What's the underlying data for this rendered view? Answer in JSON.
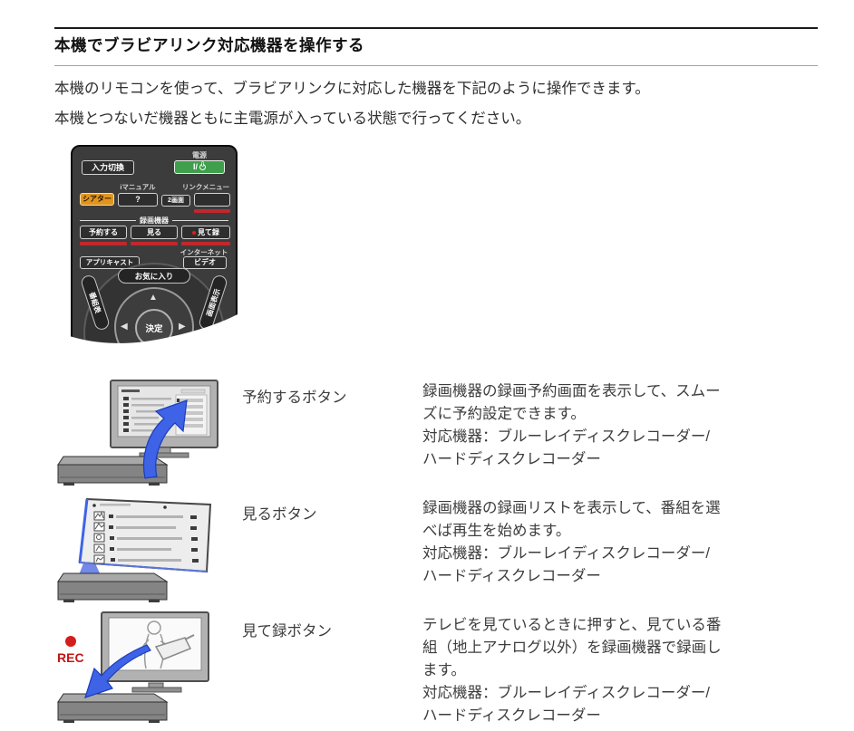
{
  "page": {
    "title": "本機でブラビアリンク対応機器を操作する",
    "intro": "本機のリモコンを使って、ブラビアリンクに対応した機器を下記のように操作できます。\n本機とつないだ機器ともに主電源が入っている状態で行ってください。"
  },
  "remote": {
    "power_label": "電源",
    "power_button": "I/",
    "input_button": "入力切換",
    "manual_label": "iマニュアル",
    "link_menu_label": "リンクメニュー",
    "theater_button": "シアター",
    "question_button": "?",
    "two_screen_button": "2画面",
    "rec_device_label": "録画機器",
    "reserve_button": "予約する",
    "watch_button": "見る",
    "watch_rec_button": "見て録",
    "applicast_button": "アプリキャスト",
    "internet_label": "インターネット",
    "video_button": "ビデオ",
    "favorites_button": "お気に入り",
    "guide_button": "番組表",
    "display_button": "画面表示",
    "ok_button": "決定"
  },
  "glyphs": {
    "up": "▲",
    "left": "◀",
    "right": "▶"
  },
  "rec_label": "REC",
  "rows": [
    {
      "button_label": "予約するボタン",
      "description": "録画機器の録画予約画面を表示して、スムー\nズに予約設定できます。\n対応機器：ブルーレイディスクレコーダー/\nハードディスクレコーダー"
    },
    {
      "button_label": "見るボタン",
      "description": "録画機器の録画リストを表示して、番組を選\nべば再生を始めます。\n対応機器：ブルーレイディスクレコーダー/\nハードディスクレコーダー"
    },
    {
      "button_label": "見て録ボタン",
      "description": "テレビを見ているときに押すと、見ている番\n組（地上アナログ以外）を録画機器で録画し\nます。\n対応機器：ブルーレイディスクレコーダー/\nハードディスクレコーダー"
    }
  ],
  "colors": {
    "accent_red": "#c1272d",
    "power_green": "#3f9f4c",
    "theater_orange": "#e0951f",
    "arrow_blue": "#3e63e6"
  }
}
